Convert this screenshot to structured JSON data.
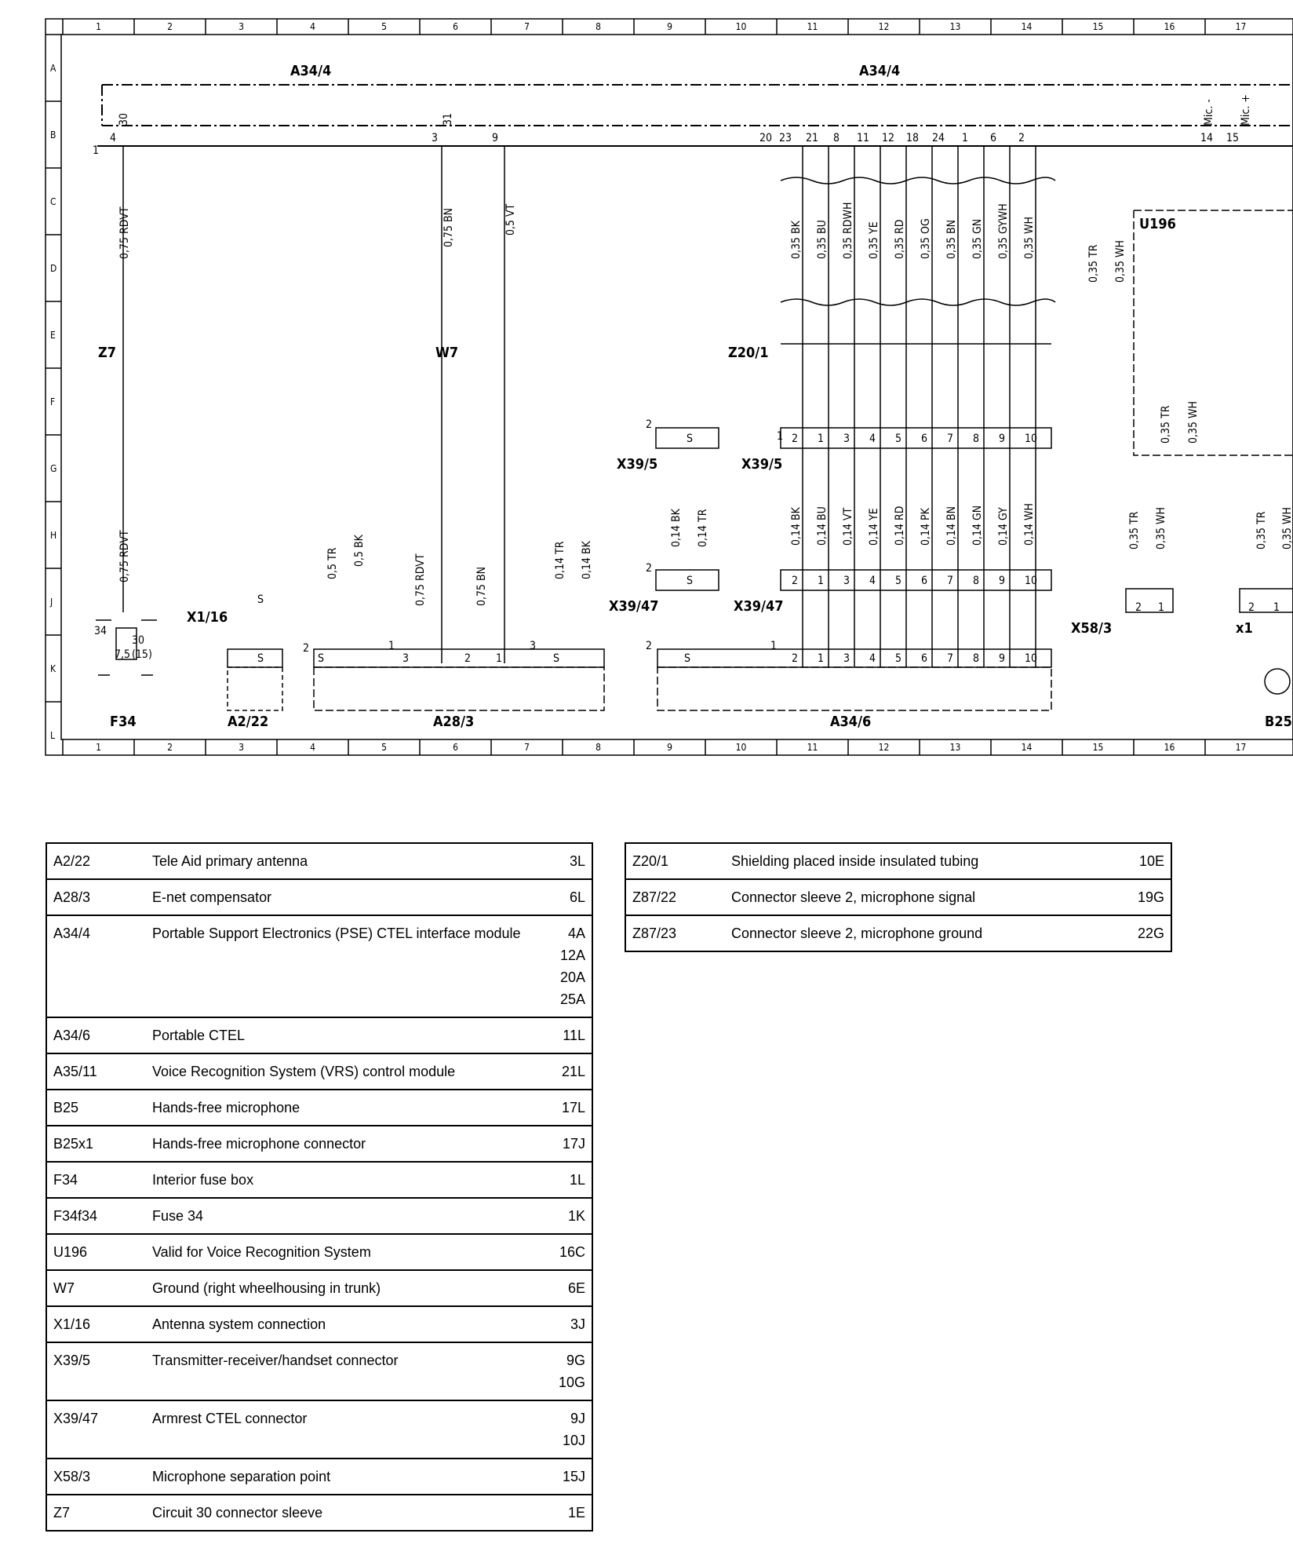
{
  "diagram": {
    "col_numbers": [
      "1",
      "2",
      "3",
      "4",
      "5",
      "6",
      "7",
      "8",
      "9",
      "10",
      "11",
      "12",
      "13",
      "14",
      "15",
      "16",
      "17"
    ],
    "row_letters": [
      "A",
      "B",
      "C",
      "D",
      "E",
      "F",
      "G",
      "H",
      "J",
      "K",
      "L"
    ],
    "components": {
      "a34_4_left": "A34/4",
      "a34_4_right": "A34/4",
      "u196": "U196",
      "z7": "Z7",
      "w7": "W7",
      "z20_1": "Z20/1",
      "x39_5_left": "X39/5",
      "x39_5_right": "X39/5",
      "x39_47_left": "X39/47",
      "x39_47_right": "X39/47",
      "x1_16": "X1/16",
      "x58_3": "X58/3",
      "x1": "x1",
      "f34": "F34",
      "a2_22": "A2/22",
      "a28_3": "A28/3",
      "a34_6": "A34/6",
      "b25": "B25"
    },
    "wires": {
      "w_075_rdvt_top": "0,75 RDVT",
      "w_075_bn_top": "0,75 BN",
      "w_05_vt": "0,5 VT",
      "w_075_rdvt_bot": "0,75 RDVT",
      "w_05_tr": "0,5 TR",
      "w_05_bk": "0,5 BK",
      "w_075_rdvt_mid": "0,75 RDVT",
      "w_075_bn_mid": "0,75 BN",
      "w_014_tr_a": "0,14 TR",
      "w_014_bk_a": "0,14 BK",
      "w_014_bk_b": "0,14 BK",
      "w_014_tr_b": "0,14 TR",
      "bus_top": [
        "0,35 BK",
        "0,35 BU",
        "0,35 RDWH",
        "0,35 YE",
        "0,35 RD",
        "0,35 OG",
        "0,35 BN",
        "0,35 GN",
        "0,35 GYWH",
        "0,35 WH"
      ],
      "bus_bottom": [
        "0,14 BK",
        "0,14 BU",
        "0,14 VT",
        "0,14 YE",
        "0,14 RD",
        "0,14 PK",
        "0,14 BN",
        "0,14 GN",
        "0,14 GY",
        "0,14 WH"
      ],
      "u196_tr_top": "0,35 TR",
      "u196_wh_top": "0,35 WH",
      "u196_tr_in": "0,35 TR",
      "u196_wh_in": "0,35 WH",
      "x58_tr": "0,35 TR",
      "x58_wh": "0,35 WH",
      "b25_tr": "0,35 TR",
      "b25_wh": "0,35 WH"
    },
    "pins": {
      "a34_left": [
        "4",
        "30",
        "3",
        "31",
        "9"
      ],
      "a34_right_top": [
        "20",
        "23",
        "21",
        "8",
        "11",
        "12",
        "18",
        "24",
        "1",
        "6",
        "2"
      ],
      "mic": [
        "14",
        "Mic. -",
        "15",
        "Mic. +"
      ],
      "x39_bus": [
        "1",
        "2",
        "1",
        "3",
        "4",
        "5",
        "6",
        "7",
        "8",
        "9",
        "10"
      ],
      "x39_pair": [
        "2",
        "S"
      ],
      "a28_pins": [
        "2",
        "S",
        "1",
        "3",
        "2",
        "1",
        "3",
        "S"
      ],
      "a34_6_pins": [
        "2",
        "S",
        "1",
        "2",
        "1",
        "3",
        "4",
        "5",
        "6",
        "7",
        "8",
        "9",
        "10"
      ],
      "misc": [
        "1",
        "S",
        "S",
        "2",
        "1",
        "2",
        "1",
        "34",
        "7,5",
        "30",
        "(15)"
      ]
    }
  },
  "legend_left": [
    {
      "code": "A2/22",
      "desc": "Tele Aid primary antenna",
      "loc": [
        "3L"
      ]
    },
    {
      "code": "A28/3",
      "desc": "E-net compensator",
      "loc": [
        "6L"
      ]
    },
    {
      "code": "A34/4",
      "desc": "Portable Support Electronics (PSE) CTEL interface module",
      "loc": [
        "4A",
        "12A",
        "20A",
        "25A"
      ]
    },
    {
      "code": "A34/6",
      "desc": "Portable CTEL",
      "loc": [
        "11L"
      ]
    },
    {
      "code": "A35/11",
      "desc": "Voice Recognition System (VRS) control module",
      "loc": [
        "21L"
      ]
    },
    {
      "code": "B25",
      "desc": "Hands-free microphone",
      "loc": [
        "17L"
      ]
    },
    {
      "code": "B25x1",
      "desc": "Hands-free microphone connector",
      "loc": [
        "17J"
      ]
    },
    {
      "code": "F34",
      "desc": "Interior fuse box",
      "loc": [
        "1L"
      ]
    },
    {
      "code": "F34f34",
      "desc": "Fuse 34",
      "loc": [
        "1K"
      ]
    },
    {
      "code": "U196",
      "desc": "Valid for Voice Recognition System",
      "loc": [
        "16C"
      ]
    },
    {
      "code": "W7",
      "desc": "Ground (right wheelhousing in trunk)",
      "loc": [
        "6E"
      ]
    },
    {
      "code": "X1/16",
      "desc": "Antenna system connection",
      "loc": [
        "3J"
      ]
    },
    {
      "code": "X39/5",
      "desc": "Transmitter-receiver/handset connector",
      "loc": [
        "9G",
        "10G"
      ]
    },
    {
      "code": "X39/47",
      "desc": "Armrest CTEL connector",
      "loc": [
        "9J",
        "10J"
      ]
    },
    {
      "code": "X58/3",
      "desc": "Microphone separation point",
      "loc": [
        "15J"
      ]
    },
    {
      "code": "Z7",
      "desc": "Circuit 30 connector sleeve",
      "loc": [
        "1E"
      ]
    }
  ],
  "legend_right": [
    {
      "code": "Z20/1",
      "desc": "Shielding placed inside insulated tubing",
      "loc": [
        "10E"
      ]
    },
    {
      "code": "Z87/22",
      "desc": "Connector sleeve 2, microphone signal",
      "loc": [
        "19G"
      ]
    },
    {
      "code": "Z87/23",
      "desc": "Connector sleeve 2, microphone ground",
      "loc": [
        "22G"
      ]
    }
  ]
}
